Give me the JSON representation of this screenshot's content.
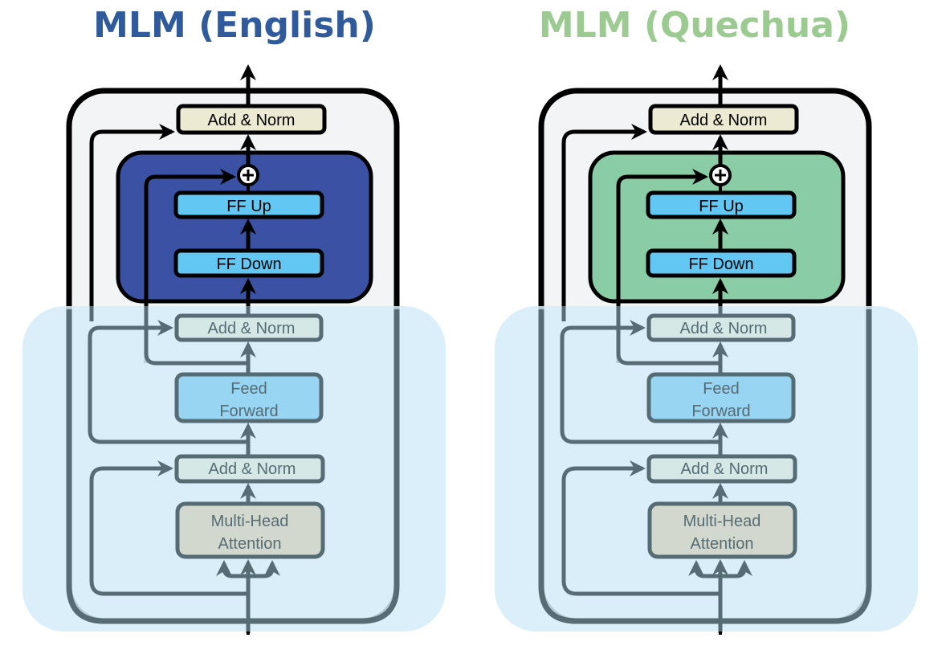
{
  "panels": [
    {
      "id": "english",
      "title": "MLM (English)",
      "title_color": "#2f5b9c",
      "adapter_fill": "#3b51a3",
      "labels": {
        "top_norm": "Add & Norm",
        "ff_up": "FF Up",
        "ff_down": "FF Down",
        "norm2": "Add & Norm",
        "feed_forward_line1": "Feed",
        "feed_forward_line2": "Forward",
        "norm1": "Add & Norm",
        "mha_line1": "Multi-Head",
        "mha_line2": "Attention"
      }
    },
    {
      "id": "quechua",
      "title": "MLM (Quechua)",
      "title_color": "#9ccb92",
      "adapter_fill": "#89cca5",
      "labels": {
        "top_norm": "Add & Norm",
        "ff_up": "FF Up",
        "ff_down": "FF Down",
        "norm2": "Add & Norm",
        "feed_forward_line1": "Feed",
        "feed_forward_line2": "Forward",
        "norm1": "Add & Norm",
        "mha_line1": "Multi-Head",
        "mha_line2": "Attention"
      }
    }
  ],
  "colors": {
    "frozen_overlay": "#d3ecf9",
    "outer_block_fill": "#f3f4f6",
    "top_norm_fill": "#ecead2",
    "ff_box_fill": "#62c7f2",
    "norm_fill_frozen": "#d5e8e6",
    "feed_forward_fill": "#97d5f2",
    "mha_fill": "#d2d8cd",
    "stroke_active": "#000000",
    "stroke_frozen": "#566c75"
  }
}
